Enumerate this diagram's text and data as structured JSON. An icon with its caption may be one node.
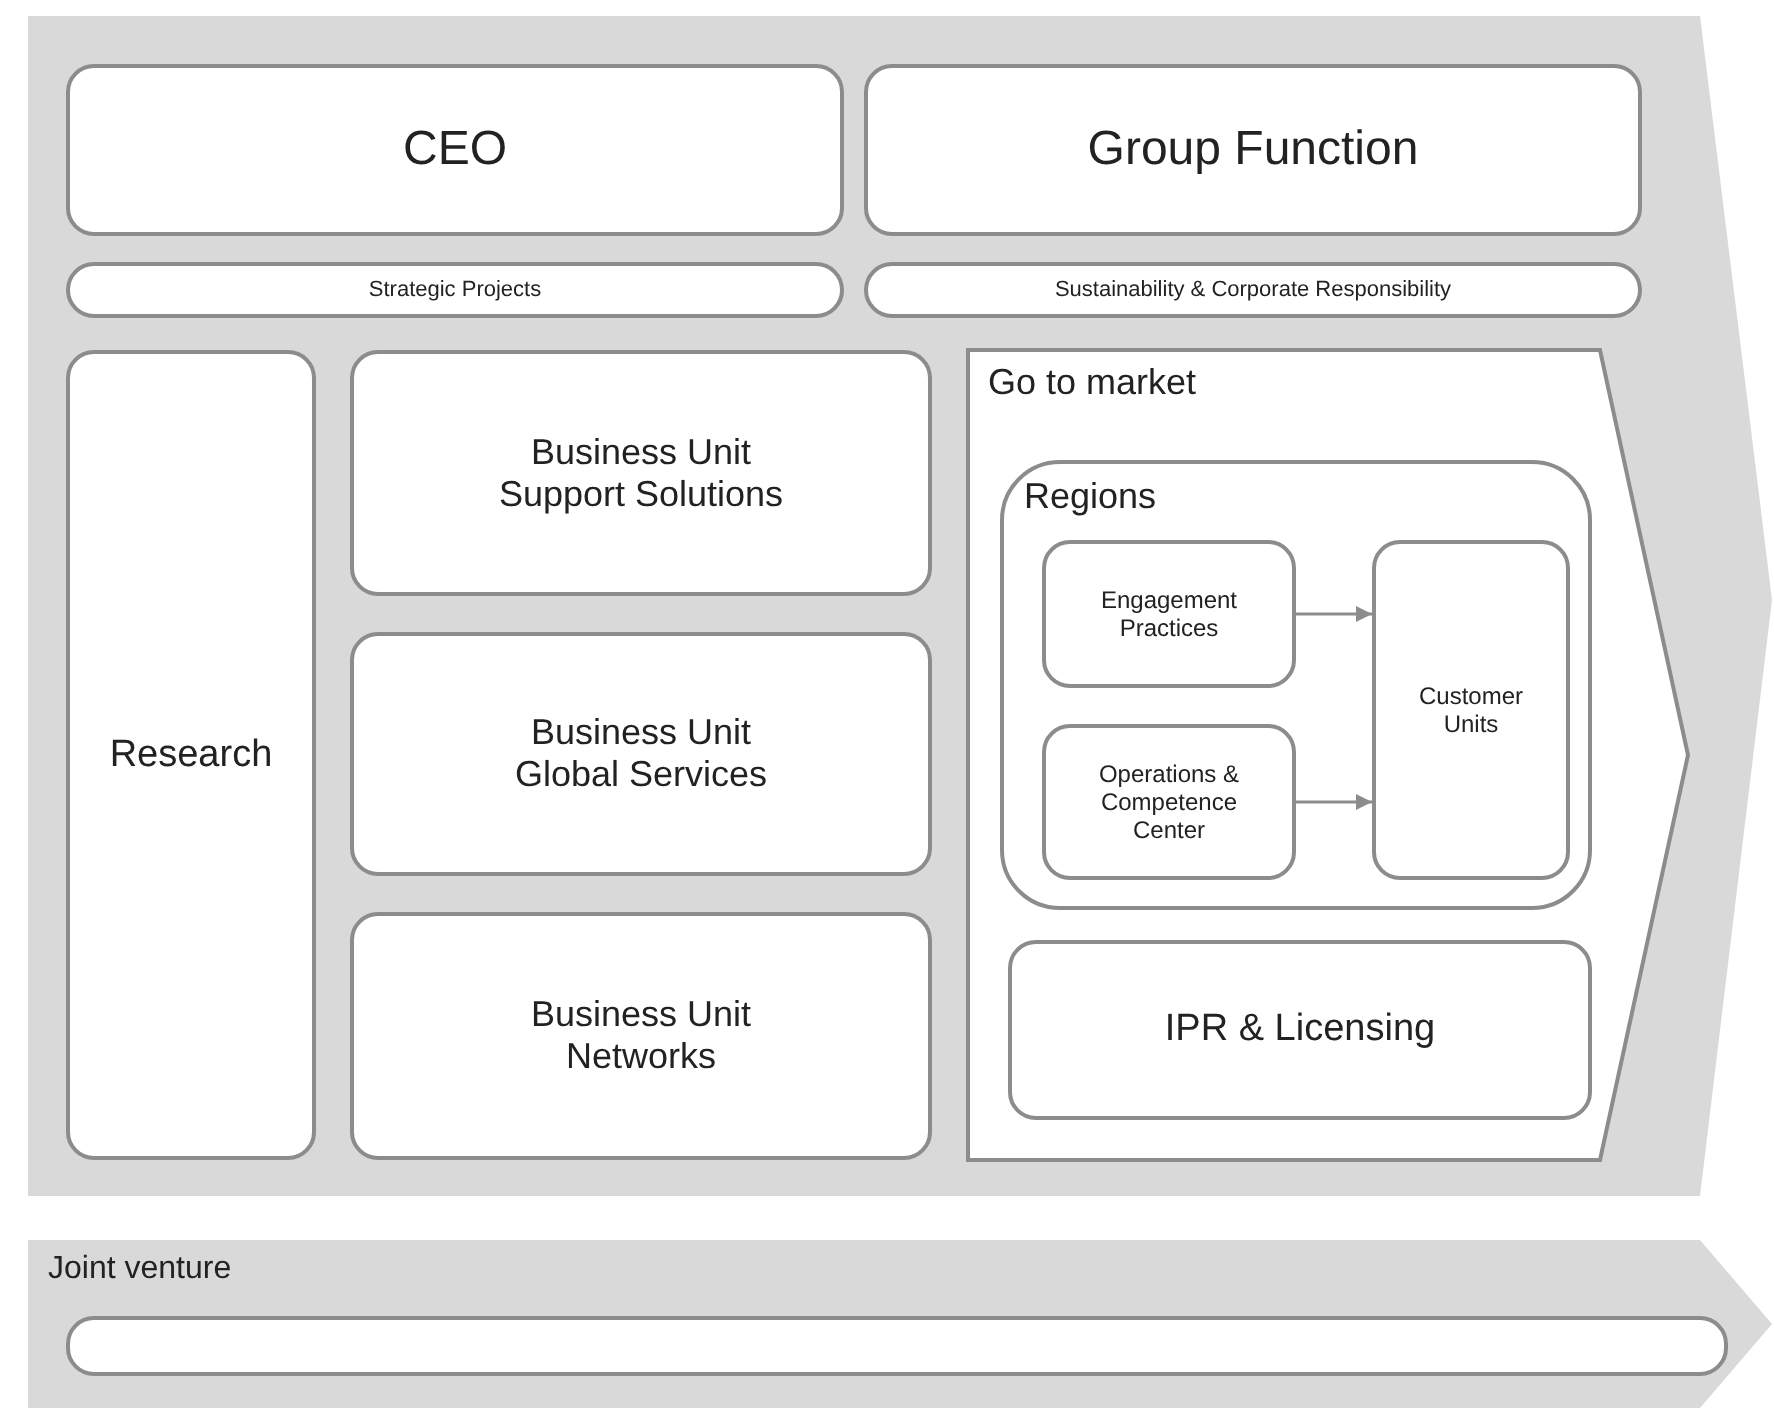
{
  "diagram": {
    "nodes": [
      {
        "text": [
          "CEO"
        ]
      },
      {
        "text": [
          "Group Function"
        ]
      },
      {
        "text": [
          "Strategic Projects"
        ]
      },
      {
        "text": [
          "Sustainability & Corporate Responsibility"
        ]
      },
      {
        "text": [
          "Research"
        ]
      },
      {
        "text": [
          "Business Unit Support Solutions"
        ]
      },
      {
        "text": [
          "Business Unit Global Services"
        ]
      },
      {
        "text": [
          "Business Unit Networks"
        ]
      },
      {
        "text": [
          "Go to market"
        ]
      },
      {
        "text": [
          "Regions"
        ],
        "in": 8
      },
      {
        "text": [
          "Engagement Practices"
        ],
        "in": 9
      },
      {
        "text": [
          "Operations & Competence Center"
        ],
        "in": 9
      },
      {
        "text": [
          "Customer Units"
        ],
        "in": 9
      },
      {
        "text": [
          "IPR & Licensing"
        ],
        "in": 8
      },
      {
        "text": [
          "Joint venture"
        ]
      },
      {
        "text": [],
        "shape": "box",
        "in": 14
      }
    ],
    "edges": [
      {
        "from": 10,
        "to": 12,
        "arrow": "to"
      },
      {
        "from": 11,
        "to": 12,
        "arrow": "to"
      }
    ]
  }
}
